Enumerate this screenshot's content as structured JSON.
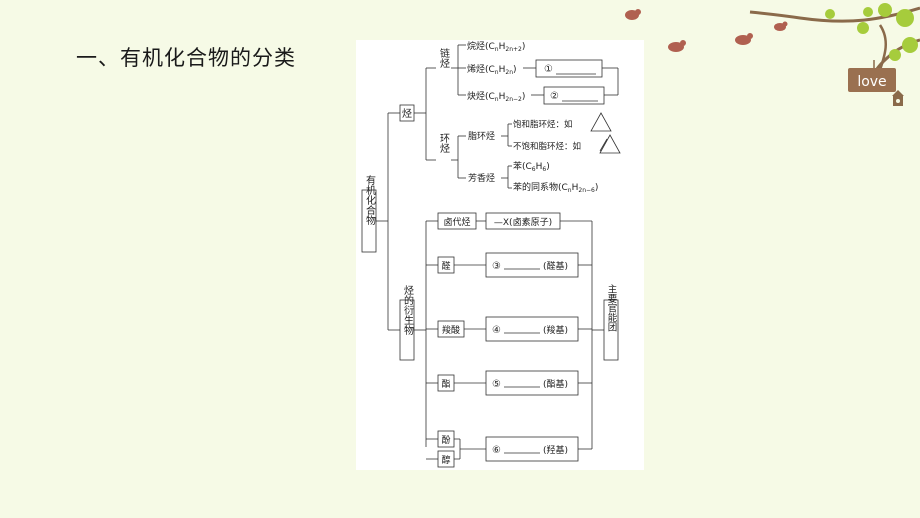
{
  "slide": {
    "title": "一、有机化合物的分类",
    "love_sign": "love"
  },
  "diagram": {
    "root": "有机化合物",
    "hydrocarbon": "烃",
    "chain": "链烃",
    "ring": "环烃",
    "alkane": "烷烃(C",
    "alkane_n": "n",
    "alkane_h": "H",
    "alkane_sub": "2n+2",
    "alkane_close": ")",
    "alkene": "烯烃(C",
    "alkene_sub": "2n",
    "alkyne": "炔烃(C",
    "alkyne_sub": "2n−2",
    "blank1": "①",
    "blank2": "②",
    "alicyclic": "脂环烃",
    "sat_ring": "饱和脂环烃：如",
    "unsat_ring": "不饱和脂环烃：如",
    "aromatic": "芳香烃",
    "benzene": "苯(C",
    "benzene_6": "6",
    "benzene_h": "H",
    "benzene_close": ")",
    "homolog": "苯的同系物(C",
    "homolog_sub": "2n−6",
    "derivative": "烃的衍生物",
    "haloalkane": "卤代烃",
    "halo_group": "—X(卤素原子)",
    "aldehyde": "醛",
    "carboxylic": "羧酸",
    "ester": "酯",
    "phenol": "酚",
    "alcohol": "醇",
    "q3": "③",
    "q3_name": "(醛基)",
    "q4": "④",
    "q4_name": "(羧基)",
    "q5": "⑤",
    "q5_name": "(酯基)",
    "q6": "⑥",
    "q6_name": "(羟基)",
    "functional_group": "主要官能团"
  }
}
